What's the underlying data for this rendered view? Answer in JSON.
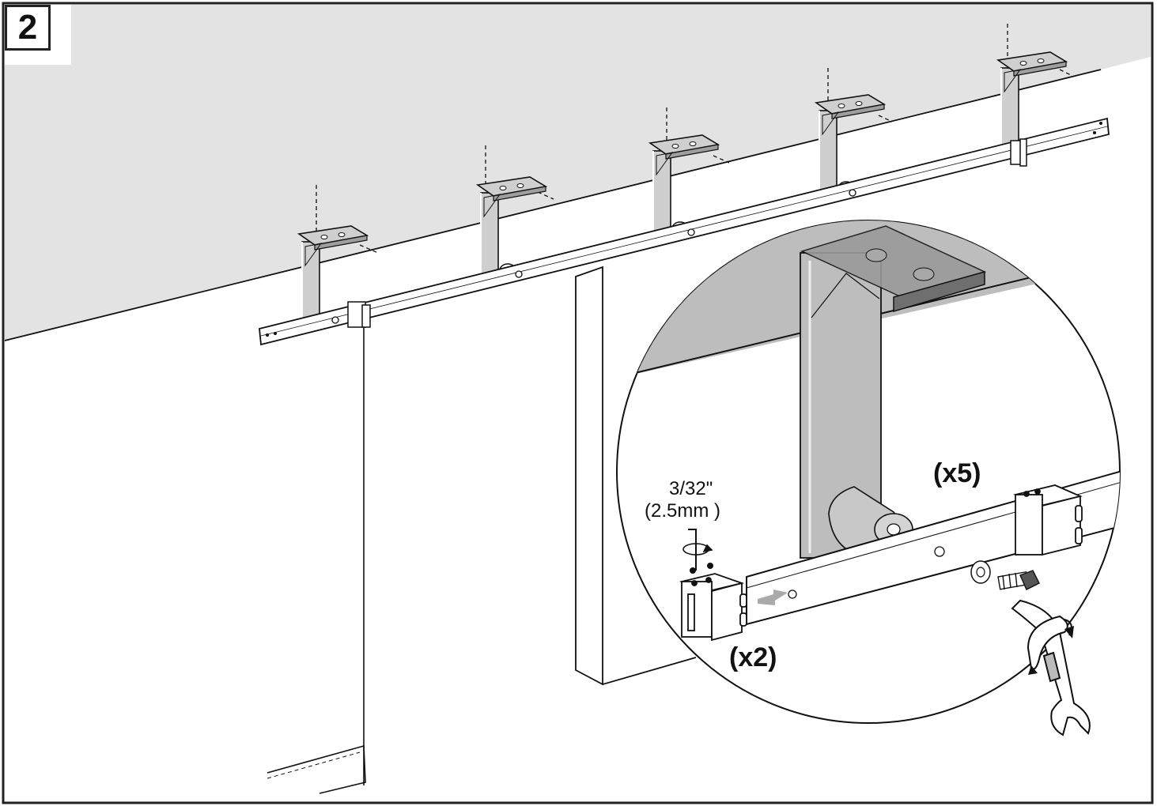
{
  "step": {
    "number": "2"
  },
  "callouts": {
    "qty_stops": "(x2)",
    "qty_brackets": "(x5)",
    "allen_size_imperial": "3/32\"",
    "allen_size_metric": "(2.5mm )"
  },
  "colors": {
    "wall": "#e3e3e3",
    "bracket": "#cfcfcf",
    "line": "#111111",
    "paper": "#ffffff"
  },
  "icons": [
    "allen-key-icon",
    "rotate-arrow-icon",
    "wrench-icon",
    "bolt-icon",
    "washer-icon",
    "direction-arrow-icon"
  ]
}
